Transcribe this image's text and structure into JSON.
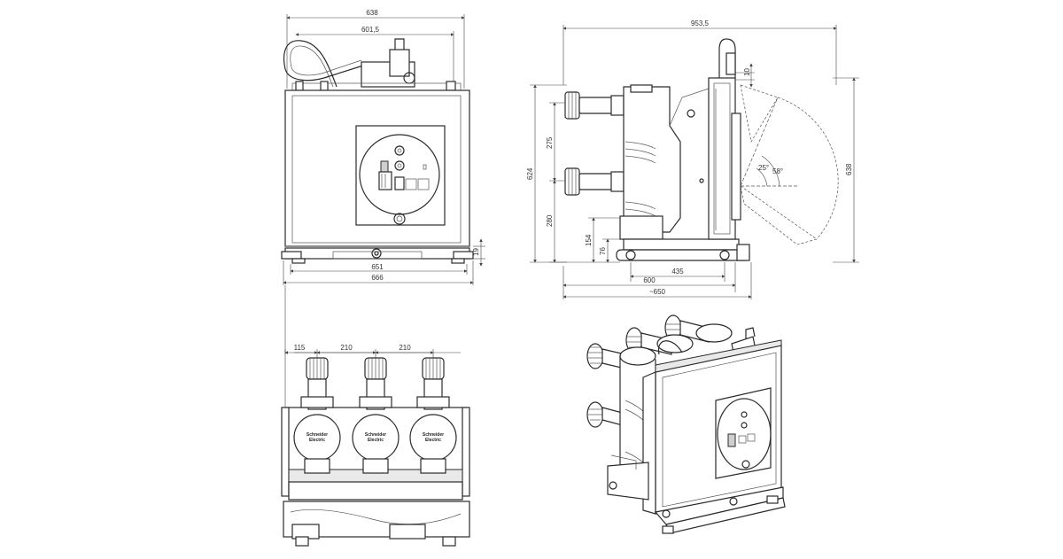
{
  "dimensions": {
    "front_top_width": "638",
    "front_inner_width": "601,5",
    "front_base_651": "651",
    "front_base_666": "666",
    "front_side_19": "19",
    "side_total_length": "953,5",
    "side_height_638": "638",
    "side_height_624": "624",
    "side_275": "275",
    "side_280": "280",
    "side_154": "154",
    "side_76": "76",
    "side_435": "435",
    "side_600": "600",
    "side_approx_650": "~650",
    "side_10": "10",
    "side_angle_25": "25°",
    "side_angle_58": "58°",
    "top_115": "115",
    "top_210_a": "210",
    "top_210_b": "210"
  },
  "brand": {
    "line1": "Schneider",
    "line2": "Electric"
  },
  "colors": {
    "line": "#2b2b2b",
    "fill_light": "#e9e9e9",
    "fill_dark": "#cfcfcf",
    "background": "#ffffff"
  }
}
